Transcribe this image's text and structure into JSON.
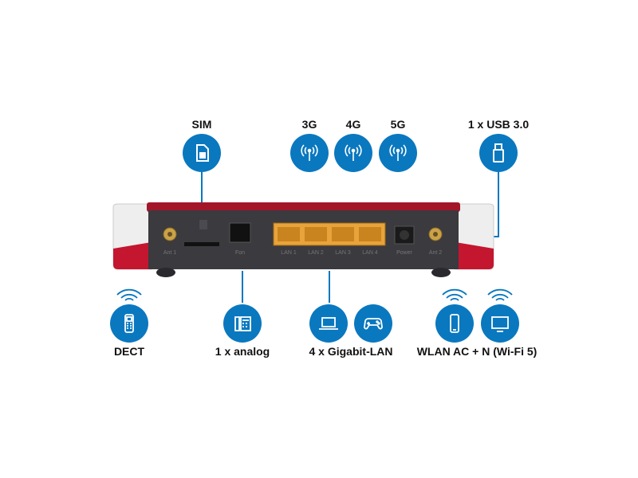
{
  "labels": {
    "sim": "SIM",
    "g3": "3G",
    "g4": "4G",
    "g5": "5G",
    "usb": "1 x USB 3.0",
    "dect": "DECT",
    "analog": "1 x analog",
    "lan": "4 x Gigabit-LAN",
    "wlan": "WLAN AC + N (Wi-Fi 5)"
  },
  "ports": {
    "ant1": "Ant 1",
    "fon": "Fon",
    "lan1": "LAN 1",
    "lan2": "LAN 2",
    "lan3": "LAN 3",
    "lan4": "LAN 4",
    "power": "Power",
    "ant2": "Ant 2"
  },
  "icons": [
    "sim-icon",
    "antenna-icon",
    "usb-icon",
    "dect-phone-icon",
    "analog-phone-icon",
    "laptop-icon",
    "gamepad-icon",
    "smartphone-icon",
    "monitor-icon",
    "wifi-icon"
  ],
  "colors": {
    "accent": "#0a78bf",
    "router_red": "#a3162a",
    "router_body": "#3a3a3f",
    "lan_port": "#e8a33a"
  }
}
